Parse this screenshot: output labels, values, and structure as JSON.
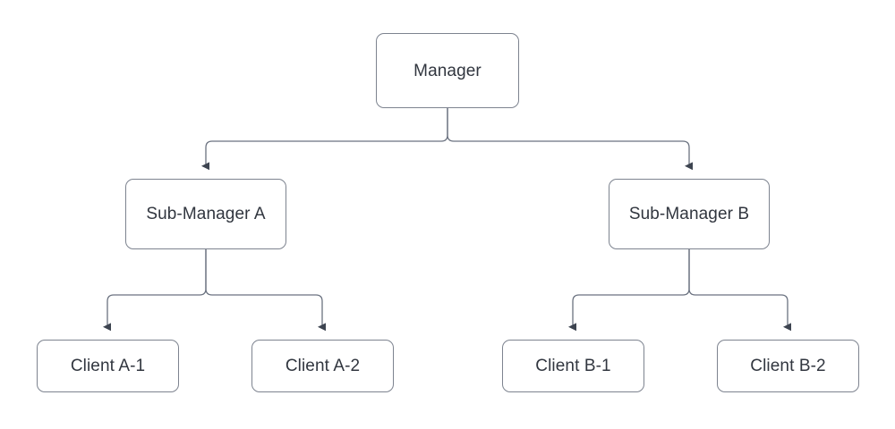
{
  "diagram": {
    "type": "org-chart",
    "title": "",
    "style": {
      "box_fill": "#ffffff",
      "box_stroke": "#7d838f",
      "text_color": "#31363f",
      "edge_stroke": "#6b7280",
      "arrow_fill": "#3d4450",
      "background": "#ffffff"
    },
    "nodes": [
      {
        "id": "manager",
        "label": "Manager",
        "level": 0
      },
      {
        "id": "sub_a",
        "label": "Sub-Manager A",
        "level": 1
      },
      {
        "id": "sub_b",
        "label": "Sub-Manager B",
        "level": 1
      },
      {
        "id": "client_a1",
        "label": "Client A-1",
        "level": 2
      },
      {
        "id": "client_a2",
        "label": "Client A-2",
        "level": 2
      },
      {
        "id": "client_b1",
        "label": "Client B-1",
        "level": 2
      },
      {
        "id": "client_b2",
        "label": "Client B-2",
        "level": 2
      }
    ],
    "edges": [
      {
        "from": "manager",
        "to": "sub_a",
        "arrow": "to"
      },
      {
        "from": "manager",
        "to": "sub_b",
        "arrow": "to"
      },
      {
        "from": "sub_a",
        "to": "client_a1",
        "arrow": "to"
      },
      {
        "from": "sub_a",
        "to": "client_a2",
        "arrow": "to"
      },
      {
        "from": "sub_b",
        "to": "client_b1",
        "arrow": "to"
      },
      {
        "from": "sub_b",
        "to": "client_b2",
        "arrow": "to"
      }
    ]
  }
}
